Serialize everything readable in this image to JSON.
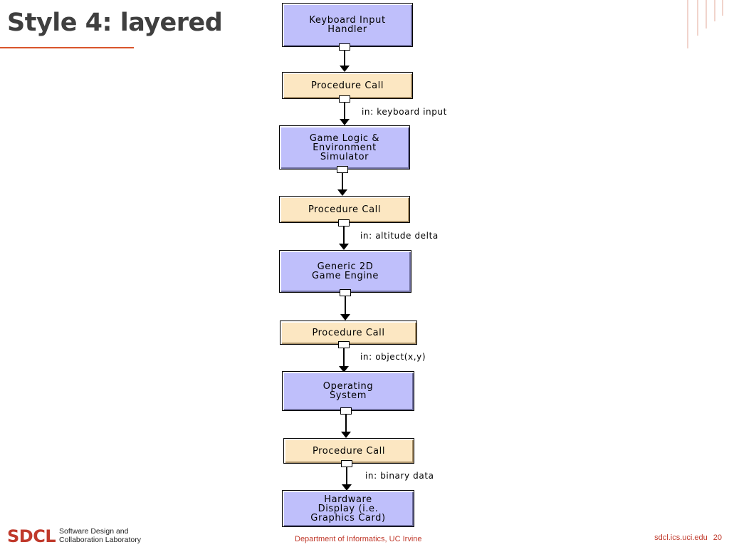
{
  "slide": {
    "title": "Style 4: layered"
  },
  "diagram": {
    "components": [
      {
        "label": "Keyboard Input\nHandler"
      },
      {
        "label": "Game Logic &\nEnvironment\nSimulator"
      },
      {
        "label": "Generic 2D\nGame Engine"
      },
      {
        "label": "Operating\nSystem"
      },
      {
        "label": "Hardware\nDisplay (i.e.\nGraphics Card)"
      }
    ],
    "connectors": [
      {
        "label": "Procedure Call"
      },
      {
        "label": "Procedure Call"
      },
      {
        "label": "Procedure Call"
      },
      {
        "label": "Procedure Call"
      }
    ],
    "edge_labels": [
      {
        "label": "in: keyboard input"
      },
      {
        "label": "in: altitude delta"
      },
      {
        "label": "in: object(x,y)"
      },
      {
        "label": "in: binary data"
      }
    ]
  },
  "footer": {
    "logo": "SDCL",
    "logo_line1": "Software Design and",
    "logo_line2": "Collaboration Laboratory",
    "department": "Department of Informatics, UC Irvine",
    "site": "sdcl.ics.uci.edu",
    "page_number": "20"
  },
  "colors": {
    "accent": "#d9542b",
    "component_fill": "#bfbffb",
    "connector_fill": "#fce7c2"
  }
}
